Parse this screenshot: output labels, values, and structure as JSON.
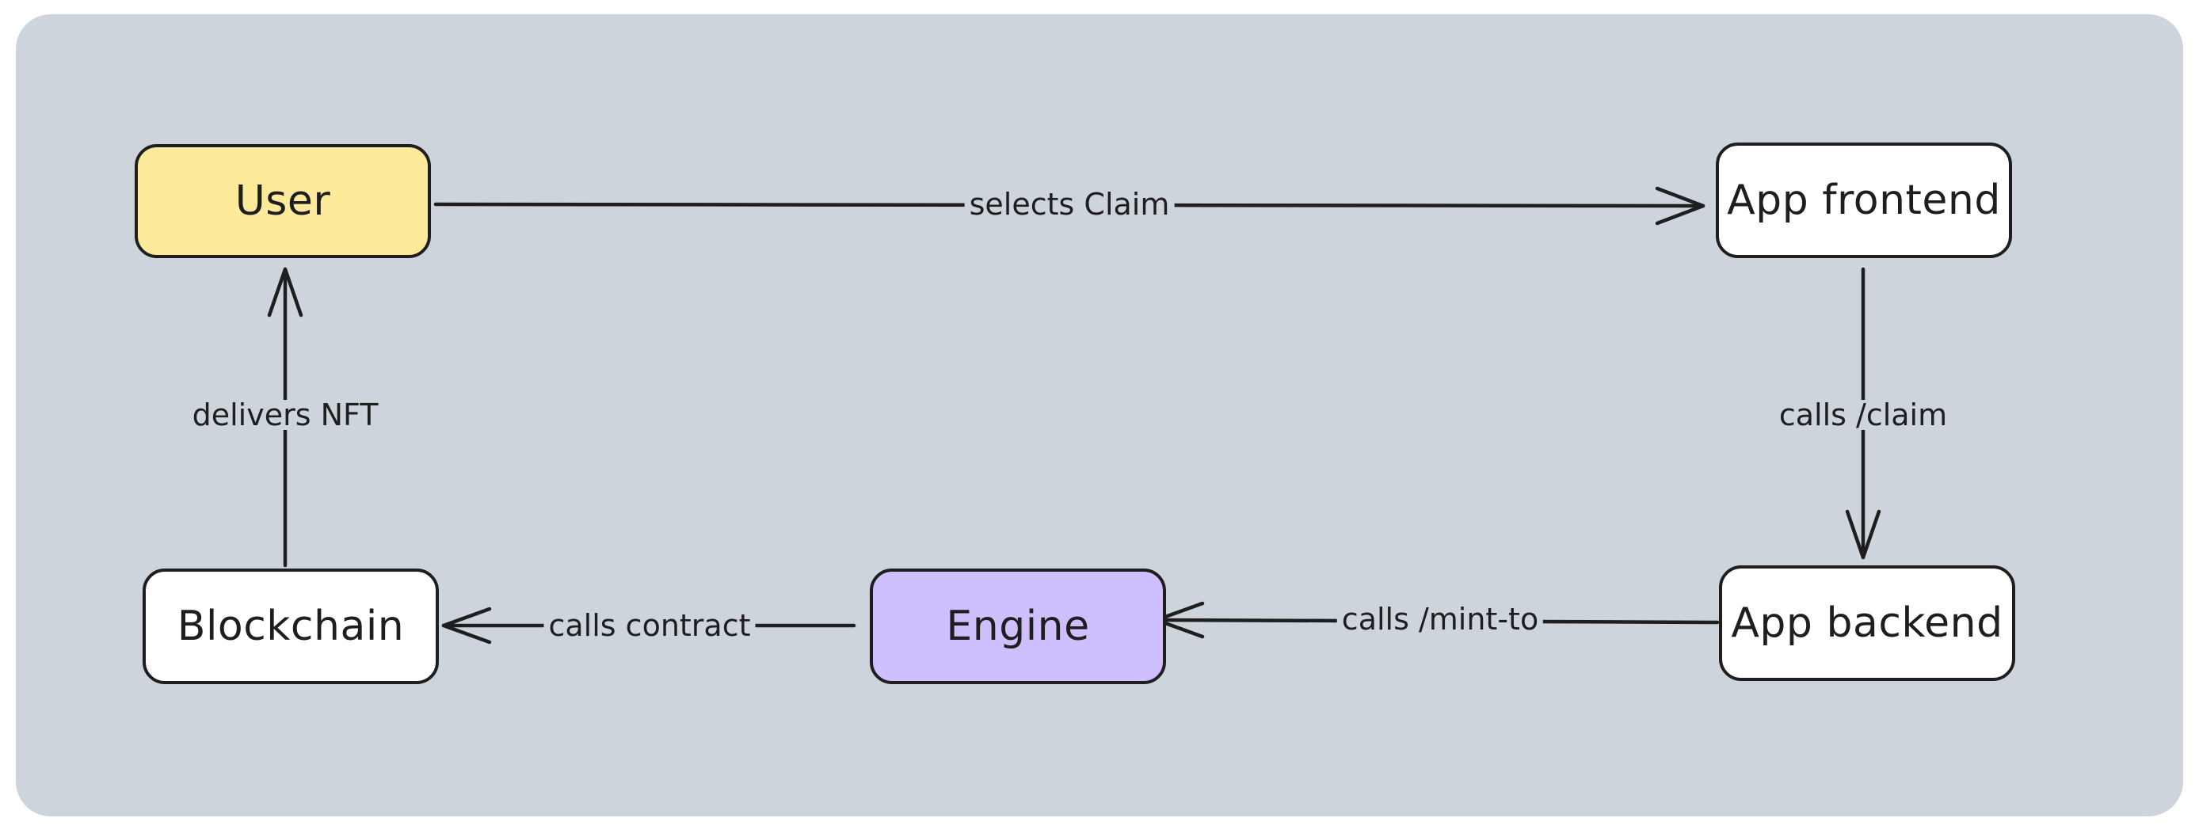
{
  "colors": {
    "canvas": "#ced4dc",
    "stroke": "#1e1e1e",
    "user_fill": "#fdea9b",
    "engine_fill": "#d0bfff",
    "default_fill": "#ffffff"
  },
  "nodes": {
    "user": "User",
    "app_frontend": "App frontend",
    "app_backend": "App backend",
    "engine": "Engine",
    "blockchain": "Blockchain"
  },
  "edges": {
    "selects_claim": "selects Claim",
    "calls_claim": "calls /claim",
    "calls_mint_to": "calls /mint-to",
    "calls_contract": "calls contract",
    "delivers_nft": "delivers NFT"
  }
}
